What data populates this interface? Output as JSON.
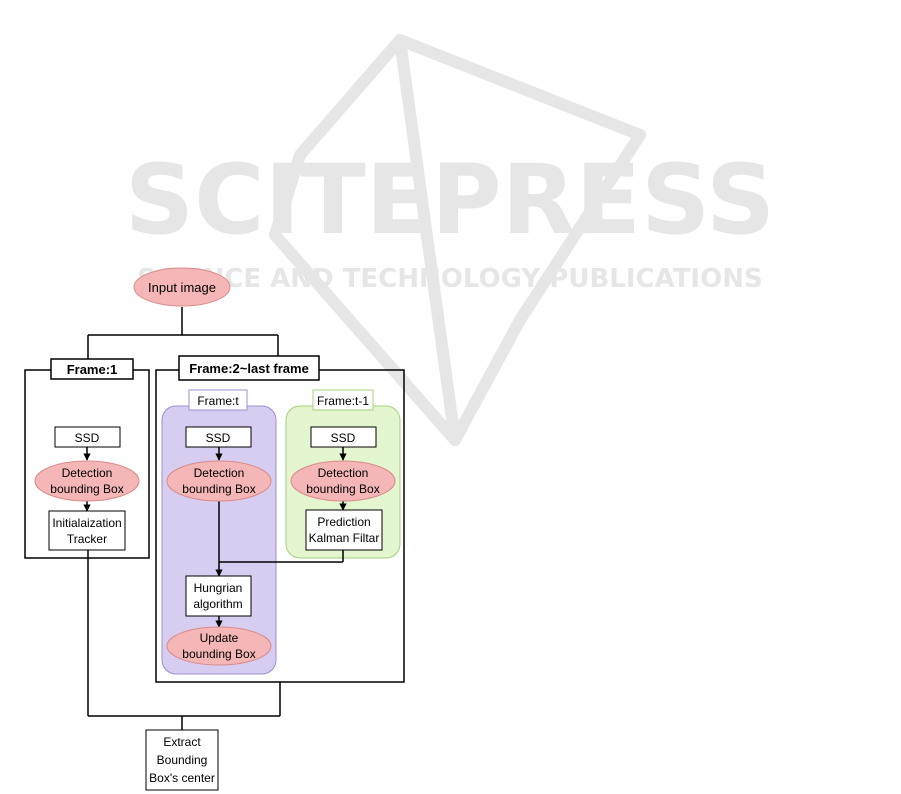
{
  "watermark": {
    "title": "SCITEPRESS",
    "subtitle": "SCIENCE AND TECHNOLOGY PUBLICATIONS",
    "color": "#e6e6e6"
  },
  "colors": {
    "ellipse_fill": "#f4b6b6",
    "ellipse_stroke": "#d98b8b",
    "purple_panel": "#d7cdf0",
    "purple_border": "#9d8fcf",
    "green_panel": "#e4f6cf",
    "green_border": "#a6cf7c",
    "line": "#000000"
  },
  "flowchart": {
    "input": "Input image",
    "frame1": {
      "header": "Frame:1",
      "ssd": "SSD",
      "detection": [
        "Detection",
        "bounding Box"
      ],
      "init": [
        "Initialaization",
        "Tracker"
      ]
    },
    "frame2": {
      "header": "Frame:2~last frame",
      "t": {
        "label": "Frame:t",
        "ssd": "SSD",
        "detection": [
          "Detection",
          "bounding Box"
        ]
      },
      "t1": {
        "label": "Frame:t-1",
        "ssd": "SSD",
        "detection": [
          "Detection",
          "bounding Box"
        ],
        "prediction": [
          "Prediction",
          "Kalman Filtar"
        ]
      },
      "hungarian": [
        "Hungrian",
        "algorithm"
      ],
      "update": [
        "Update",
        "bounding Box"
      ]
    },
    "output": [
      "Extract",
      "Bounding",
      "Box's center"
    ]
  }
}
